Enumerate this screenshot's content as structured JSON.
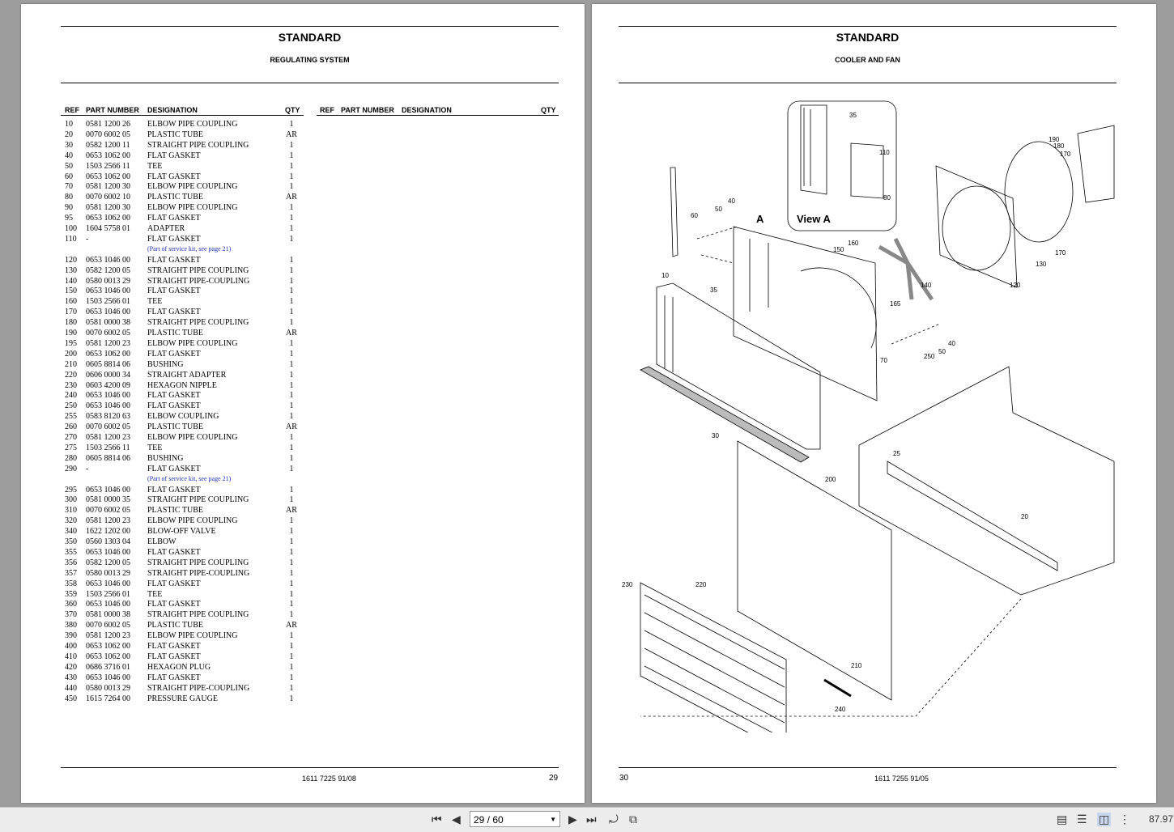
{
  "left_page": {
    "title": "STANDARD",
    "subtitle": "REGULATING SYSTEM",
    "headers": [
      "REF",
      "PART NUMBER",
      "DESIGNATION",
      "QTY"
    ],
    "headers_right": [
      "REF",
      "PART NUMBER",
      "DESIGNATION",
      "QTY"
    ],
    "footer_doc": "1611 7225 91/08",
    "page_number": "29",
    "rows": [
      {
        "ref": "10",
        "pn": "0581 1200 26",
        "des": "ELBOW PIPE COUPLING",
        "qty": "1"
      },
      {
        "ref": "20",
        "pn": "0070 6002 05",
        "des": "PLASTIC TUBE",
        "qty": "AR"
      },
      {
        "ref": "30",
        "pn": "0582 1200 11",
        "des": "STRAIGHT PIPE COUPLING",
        "qty": "1"
      },
      {
        "ref": "40",
        "pn": "0653 1062 00",
        "des": "FLAT GASKET",
        "qty": "1"
      },
      {
        "ref": "50",
        "pn": "1503 2566 11",
        "des": "TEE",
        "qty": "1"
      },
      {
        "ref": "60",
        "pn": "0653 1062 00",
        "des": "FLAT GASKET",
        "qty": "1"
      },
      {
        "ref": "70",
        "pn": "0581 1200 30",
        "des": "ELBOW PIPE COUPLING",
        "qty": "1"
      },
      {
        "ref": "80",
        "pn": "0070 6002 10",
        "des": "PLASTIC TUBE",
        "qty": "AR"
      },
      {
        "ref": "90",
        "pn": "0581 1200 30",
        "des": "ELBOW PIPE COUPLING",
        "qty": "1"
      },
      {
        "ref": "95",
        "pn": "0653 1062 00",
        "des": "FLAT GASKET",
        "qty": "1"
      },
      {
        "ref": "100",
        "pn": "1604 5758 01",
        "des": "ADAPTER",
        "qty": "1"
      },
      {
        "ref": "110",
        "pn": "-",
        "des": "FLAT GASKET",
        "qty": "1"
      },
      {
        "ref": "",
        "pn": "",
        "des": "(Part of service kit, see page 21)",
        "qty": "",
        "note": true
      },
      {
        "ref": "120",
        "pn": "0653 1046 00",
        "des": "FLAT GASKET",
        "qty": "1"
      },
      {
        "ref": "130",
        "pn": "0582 1200 05",
        "des": "STRAIGHT PIPE COUPLING",
        "qty": "1"
      },
      {
        "ref": "140",
        "pn": "0580 0013 29",
        "des": "STRAIGHT PIPE-COUPLING",
        "qty": "1"
      },
      {
        "ref": "150",
        "pn": "0653 1046 00",
        "des": "FLAT GASKET",
        "qty": "1"
      },
      {
        "ref": "160",
        "pn": "1503 2566 01",
        "des": "TEE",
        "qty": "1"
      },
      {
        "ref": "170",
        "pn": "0653 1046 00",
        "des": "FLAT GASKET",
        "qty": "1"
      },
      {
        "ref": "180",
        "pn": "0581 0000 38",
        "des": "STRAIGHT PIPE COUPLING",
        "qty": "1"
      },
      {
        "ref": "190",
        "pn": "0070 6002 05",
        "des": "PLASTIC TUBE",
        "qty": "AR"
      },
      {
        "ref": "195",
        "pn": "0581 1200 23",
        "des": "ELBOW PIPE COUPLING",
        "qty": "1"
      },
      {
        "ref": "200",
        "pn": "0653 1062 00",
        "des": "FLAT GASKET",
        "qty": "1"
      },
      {
        "ref": "210",
        "pn": "0605 8814 06",
        "des": "BUSHING",
        "qty": "1"
      },
      {
        "ref": "220",
        "pn": "0606 0000 34",
        "des": "STRAIGHT ADAPTER",
        "qty": "1"
      },
      {
        "ref": "230",
        "pn": "0603 4200 09",
        "des": "HEXAGON NIPPLE",
        "qty": "1"
      },
      {
        "ref": "240",
        "pn": "0653 1046 00",
        "des": "FLAT GASKET",
        "qty": "1"
      },
      {
        "ref": "250",
        "pn": "0653 1046 00",
        "des": "FLAT GASKET",
        "qty": "1"
      },
      {
        "ref": "255",
        "pn": "0583 8120 63",
        "des": "ELBOW COUPLING",
        "qty": "1"
      },
      {
        "ref": "260",
        "pn": "0070 6002 05",
        "des": "PLASTIC TUBE",
        "qty": "AR"
      },
      {
        "ref": "270",
        "pn": "0581 1200 23",
        "des": "ELBOW PIPE COUPLING",
        "qty": "1"
      },
      {
        "ref": "275",
        "pn": "1503 2566 11",
        "des": "TEE",
        "qty": "1"
      },
      {
        "ref": "280",
        "pn": "0605 8814 06",
        "des": "BUSHING",
        "qty": "1"
      },
      {
        "ref": "290",
        "pn": "-",
        "des": "FLAT GASKET",
        "qty": "1"
      },
      {
        "ref": "",
        "pn": "",
        "des": "(Part of service kit, see page 21)",
        "qty": "",
        "note": true
      },
      {
        "ref": "295",
        "pn": "0653 1046 00",
        "des": "FLAT GASKET",
        "qty": "1"
      },
      {
        "ref": "300",
        "pn": "0581 0000 35",
        "des": "STRAIGHT PIPE COUPLING",
        "qty": "1"
      },
      {
        "ref": "310",
        "pn": "0070 6002 05",
        "des": "PLASTIC TUBE",
        "qty": "AR"
      },
      {
        "ref": "320",
        "pn": "0581 1200 23",
        "des": "ELBOW PIPE COUPLING",
        "qty": "1"
      },
      {
        "ref": "340",
        "pn": "1622 1202 00",
        "des": "BLOW-OFF VALVE",
        "qty": "1"
      },
      {
        "ref": "350",
        "pn": "0560 1303 04",
        "des": "ELBOW",
        "qty": "1"
      },
      {
        "ref": "355",
        "pn": "0653 1046 00",
        "des": "FLAT GASKET",
        "qty": "1"
      },
      {
        "ref": "356",
        "pn": "0582 1200 05",
        "des": "STRAIGHT PIPE COUPLING",
        "qty": "1"
      },
      {
        "ref": "357",
        "pn": "0580 0013 29",
        "des": "STRAIGHT PIPE-COUPLING",
        "qty": "1"
      },
      {
        "ref": "358",
        "pn": "0653 1046 00",
        "des": "FLAT GASKET",
        "qty": "1"
      },
      {
        "ref": "359",
        "pn": "1503 2566 01",
        "des": "TEE",
        "qty": "1"
      },
      {
        "ref": "360",
        "pn": "0653 1046 00",
        "des": "FLAT GASKET",
        "qty": "1"
      },
      {
        "ref": "370",
        "pn": "0581 0000 38",
        "des": "STRAIGHT PIPE COUPLING",
        "qty": "1"
      },
      {
        "ref": "380",
        "pn": "0070 6002 05",
        "des": "PLASTIC TUBE",
        "qty": "AR"
      },
      {
        "ref": "390",
        "pn": "0581 1200 23",
        "des": "ELBOW PIPE COUPLING",
        "qty": "1"
      },
      {
        "ref": "400",
        "pn": "0653 1062 00",
        "des": "FLAT GASKET",
        "qty": "1"
      },
      {
        "ref": "410",
        "pn": "0653 1062 00",
        "des": "FLAT GASKET",
        "qty": "1"
      },
      {
        "ref": "420",
        "pn": "0686 3716 01",
        "des": "HEXAGON PLUG",
        "qty": "1"
      },
      {
        "ref": "430",
        "pn": "0653 1046 00",
        "des": "FLAT GASKET",
        "qty": "1"
      },
      {
        "ref": "440",
        "pn": "0580 0013 29",
        "des": "STRAIGHT PIPE-COUPLING",
        "qty": "1"
      },
      {
        "ref": "450",
        "pn": "1615 7264 00",
        "des": "PRESSURE GAUGE",
        "qty": "1"
      }
    ]
  },
  "right_page": {
    "title": "STANDARD",
    "subtitle": "COOLER AND FAN",
    "footer_doc": "1611 7255 91/05",
    "page_number": "30",
    "view_label": "View A",
    "arrow_label": "A",
    "callouts": [
      "35",
      "110",
      "80",
      "190",
      "180",
      "170",
      "60",
      "50",
      "40",
      "150",
      "160",
      "130",
      "170",
      "120",
      "10",
      "35",
      "140",
      "165",
      "250",
      "50",
      "40",
      "70",
      "30",
      "25",
      "200",
      "20",
      "230",
      "220",
      "210",
      "240"
    ]
  },
  "toolbar": {
    "page_indicator": "29 / 60",
    "zoom": "87.97",
    "icons": [
      "first-page-icon",
      "prev-page-icon",
      "next-page-icon",
      "last-page-icon",
      "rotate-icon",
      "fit-icon",
      "single-page-icon",
      "continuous-icon",
      "two-page-icon",
      "two-page-continuous-icon"
    ]
  }
}
